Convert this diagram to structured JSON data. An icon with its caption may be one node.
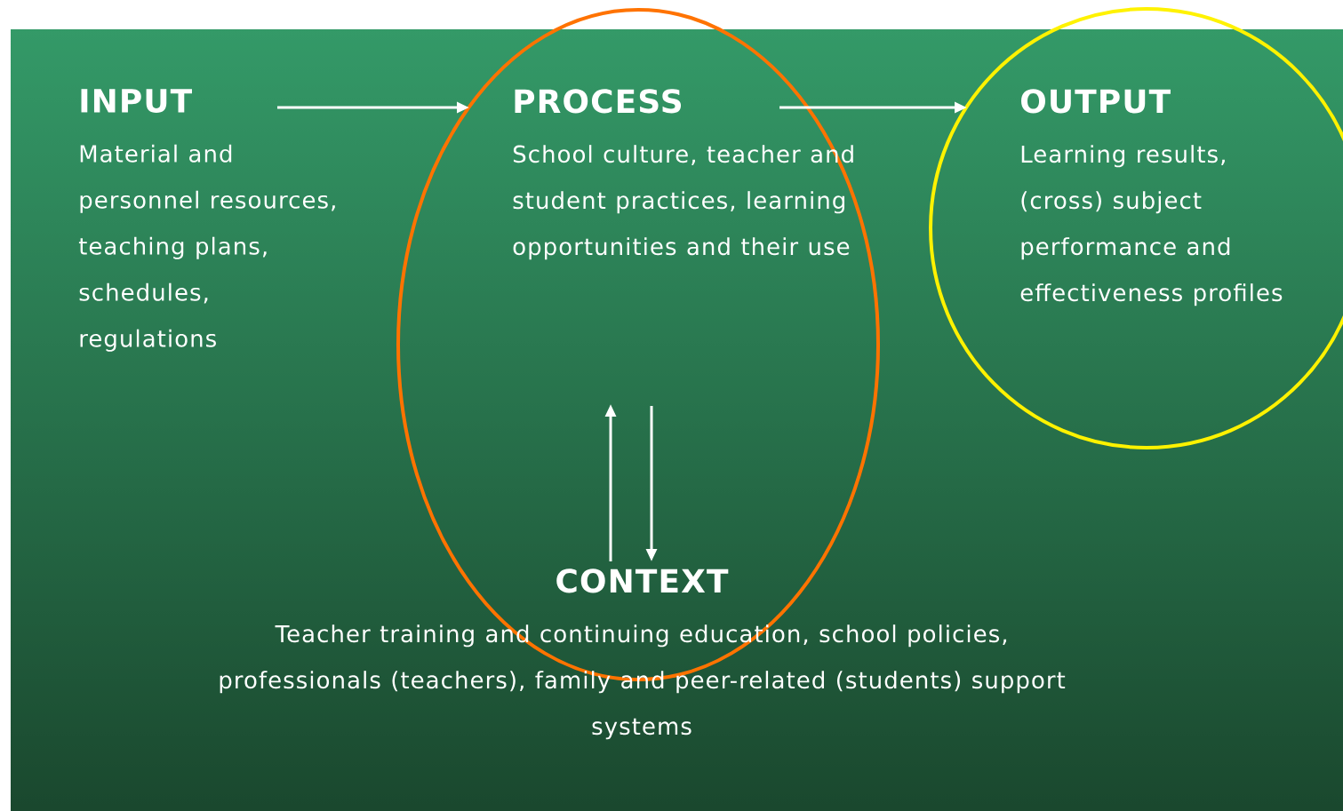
{
  "diagram": {
    "nodes": [
      {
        "text": [
          "INPUT",
          "Material and personnel resources, teaching plans, schedules, regulations"
        ]
      },
      {
        "text": [
          "PROCESS",
          "School culture, teacher and student practices, learning opportunities and their use"
        ]
      },
      {
        "text": [
          "OUTPUT",
          "Learning results, (cross) subject performance and effectiveness profiles"
        ]
      },
      {
        "text": [
          "CONTEXT",
          "Teacher training and continuing education, school policies, professionals (teachers), family and peer-related (students) support systems"
        ]
      }
    ],
    "edges": [
      {
        "from": 0,
        "to": 1,
        "arrow": "to"
      },
      {
        "from": 1,
        "to": 2,
        "arrow": "to"
      },
      {
        "from": 3,
        "to": 1,
        "arrow": "to"
      },
      {
        "from": 1,
        "to": 3,
        "arrow": "to"
      }
    ]
  }
}
